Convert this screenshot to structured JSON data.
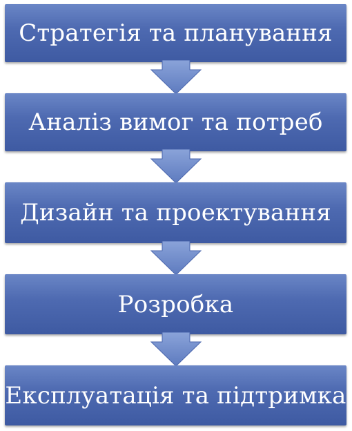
{
  "diagram": {
    "steps": [
      {
        "label": "Стратегія та планування"
      },
      {
        "label": "Аналіз вимог та потреб"
      },
      {
        "label": "Дизайн та проектування"
      },
      {
        "label": "Розробка"
      },
      {
        "label": "Експлуатація та підтримка"
      }
    ],
    "colors": {
      "box_fill": "#4e6ab1",
      "box_highlight": "#6a86c6",
      "arrow_fill": "#6f8bc9",
      "text": "#ffffff"
    }
  }
}
